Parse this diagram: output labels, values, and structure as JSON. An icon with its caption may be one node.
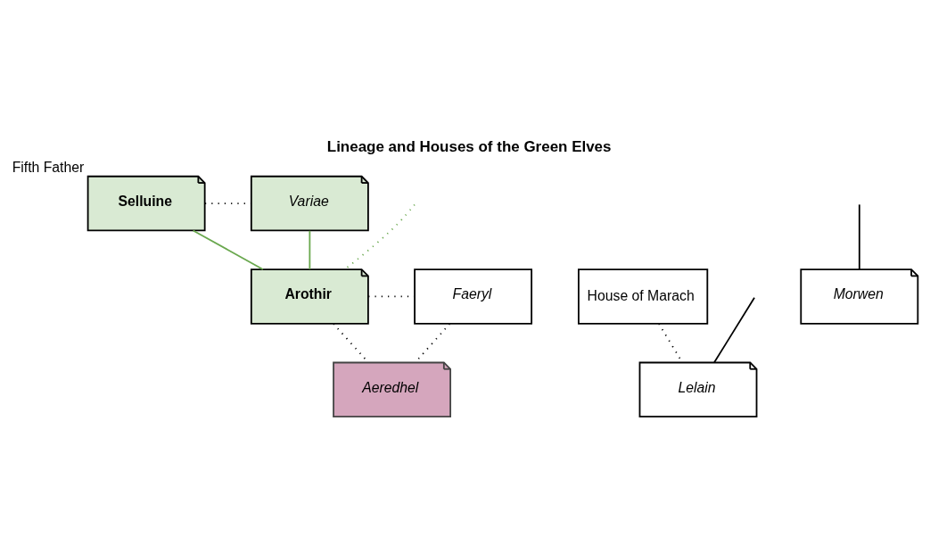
{
  "diagram": {
    "title": "Lineage and Houses of the Green Elves",
    "nodes": [
      {
        "text": [
          "Selluine"
        ],
        "beside": [
          "Fifth Father"
        ]
      },
      {
        "text": [
          "Variae"
        ]
      },
      {
        "text": [
          "Arothir"
        ]
      },
      {
        "text": [
          "Faeryl"
        ]
      },
      {
        "text": [
          "Aeredhel"
        ]
      },
      {
        "text": [
          "House of Marach"
        ]
      },
      {
        "text": [
          "Lelain"
        ]
      },
      {
        "text": [
          "Morwen"
        ]
      }
    ],
    "edges": [
      {
        "from": 0,
        "to": 1,
        "arrow": "none",
        "style": "dashed"
      },
      {
        "from": 0,
        "to": 2,
        "arrow": "none",
        "color": "#6aa84f"
      },
      {
        "from": 1,
        "to": 2,
        "arrow": "none",
        "color": "#6aa84f"
      },
      {
        "from": null,
        "to": 2,
        "arrow": "none",
        "style": "dashed",
        "color": "#6aa84f"
      },
      {
        "from": 2,
        "to": 3,
        "arrow": "none",
        "style": "dashed"
      },
      {
        "from": 2,
        "to": 4,
        "arrow": "none",
        "style": "dashed"
      },
      {
        "from": 3,
        "to": 4,
        "arrow": "none",
        "style": "dashed"
      },
      {
        "from": 5,
        "to": 6,
        "arrow": "none",
        "style": "dashed"
      },
      {
        "from": null,
        "to": 6,
        "arrow": "none"
      },
      {
        "from": null,
        "to": 7,
        "arrow": "none"
      }
    ]
  }
}
